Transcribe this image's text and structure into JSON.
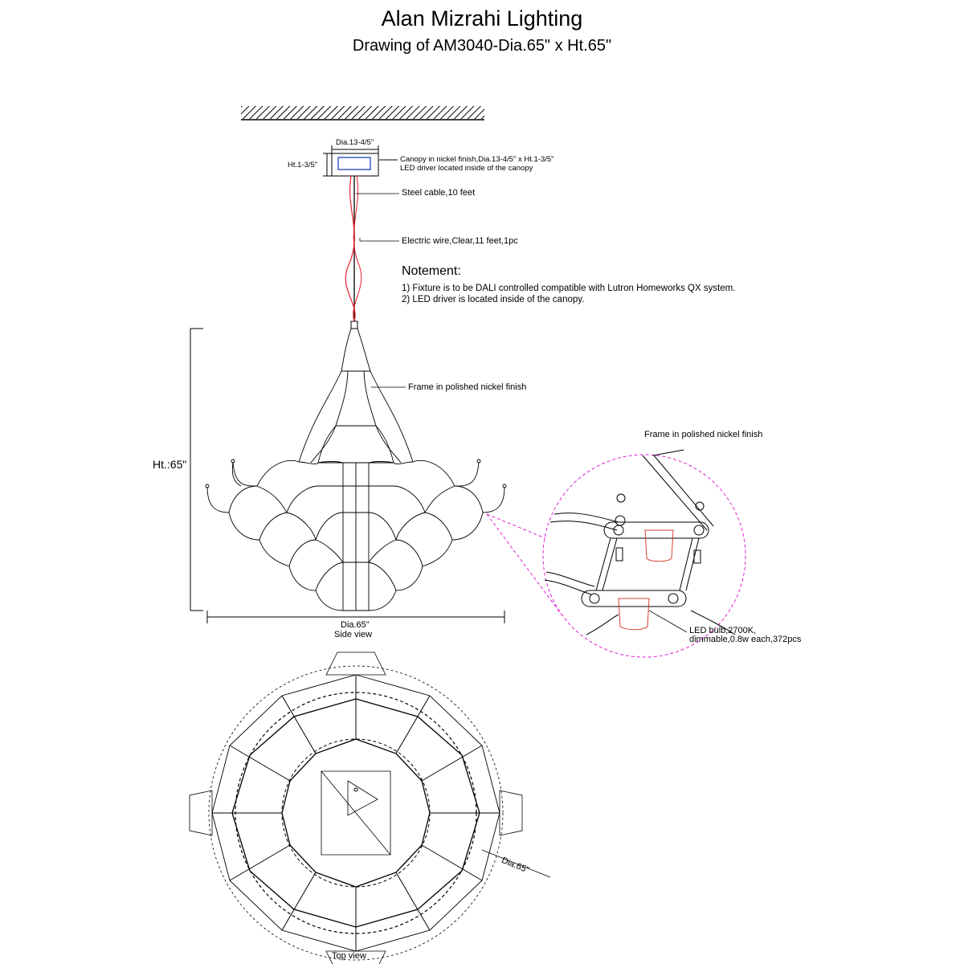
{
  "header": {
    "title": "Alan Mizrahi Lighting",
    "subtitle": "Drawing of AM3040-Dia.65\" x Ht.65\""
  },
  "canopy": {
    "dia_label": "Dia.13-4/5\"",
    "ht_label": "Ht.1-3/5\"",
    "callout_line1": "Canopy in nickel finish,Dia.13-4/5\" x Ht.1-3/5\"",
    "callout_line2": "LED driver located inside of the canopy"
  },
  "callouts": {
    "steel_cable": "Steel cable,10 feet",
    "electric_wire": "Electric wire,Clear,11 feet,1pc",
    "frame": "Frame in polished nickel finish"
  },
  "notes": {
    "heading": "Notement:",
    "items": [
      "1) Fixture is to be DALI controlled compatible with Lutron Homeworks QX system.",
      "2) LED driver is located inside of the canopy."
    ]
  },
  "side_view": {
    "height_label": "Ht.:65\"",
    "dia_label": "Dia.65\"",
    "caption": "Side view"
  },
  "detail": {
    "frame_label": "Frame in polished nickel finish",
    "bulb_line1": "LED bulb,2700K,",
    "bulb_line2": "dimmable,0.8w each,372pcs"
  },
  "top_view": {
    "dia_label": "Dia.65\"",
    "caption": "Top view"
  },
  "colors": {
    "line": "#000000",
    "wire": "#e8202a",
    "detail_circle": "#e020d0",
    "bulb": "#d44030",
    "canopy_inner": "#3050c0"
  }
}
